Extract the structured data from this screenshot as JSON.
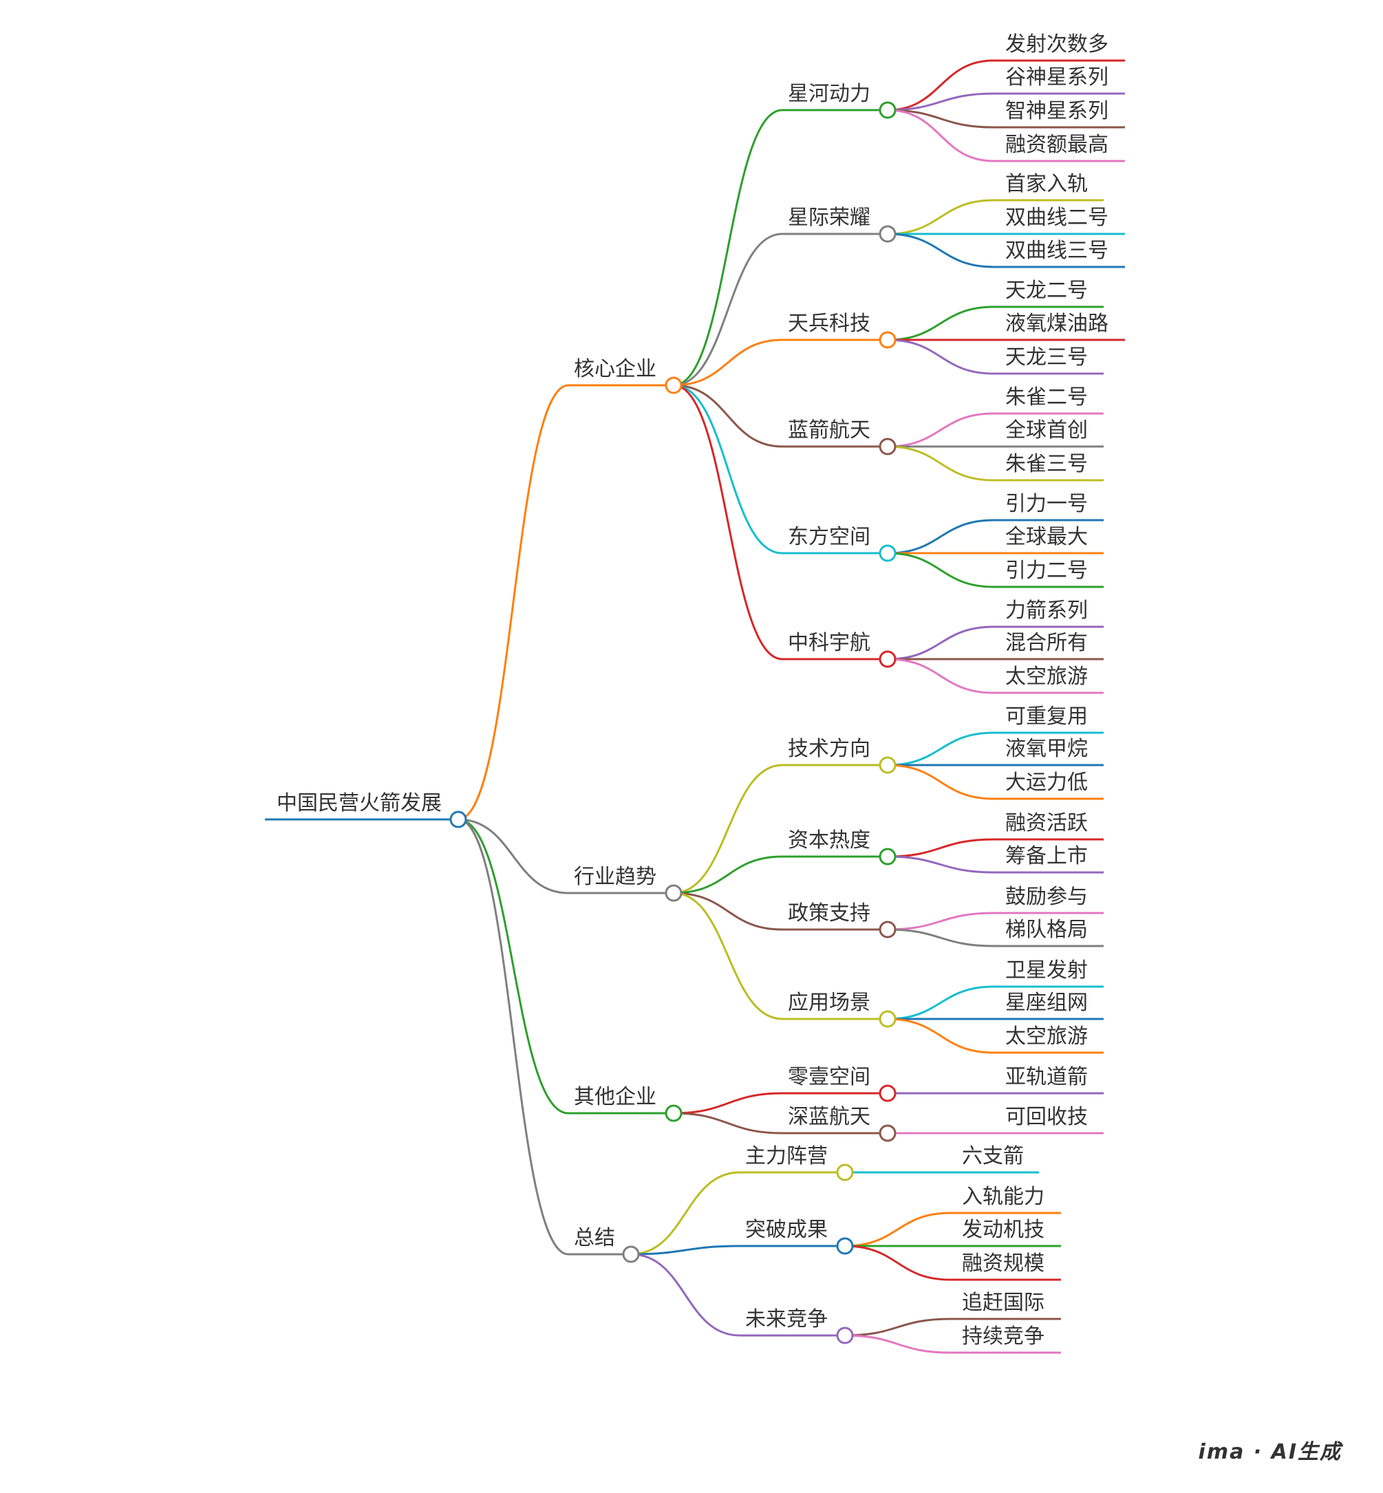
{
  "root": {
    "label": "中国民营火箭发展",
    "color": "#1f77b4",
    "children": [
      {
        "label": "核心企业",
        "color": "#ff7f0e",
        "children": [
          {
            "label": "星河动力",
            "color": "#2ca02c",
            "children": [
              {
                "label": "发射次数多",
                "color": "#d62728"
              },
              {
                "label": "谷神星系列",
                "color": "#9467bd"
              },
              {
                "label": "智神星系列",
                "color": "#8c564b"
              },
              {
                "label": "融资额最高",
                "color": "#e377c2"
              }
            ]
          },
          {
            "label": "星际荣耀",
            "color": "#7f7f7f",
            "children": [
              {
                "label": "首家入轨",
                "color": "#bcbd22"
              },
              {
                "label": "双曲线二号",
                "color": "#17becf"
              },
              {
                "label": "双曲线三号",
                "color": "#1f77b4"
              }
            ]
          },
          {
            "label": "天兵科技",
            "color": "#ff7f0e",
            "children": [
              {
                "label": "天龙二号",
                "color": "#2ca02c"
              },
              {
                "label": "液氧煤油路",
                "color": "#d62728"
              },
              {
                "label": "天龙三号",
                "color": "#9467bd"
              }
            ]
          },
          {
            "label": "蓝箭航天",
            "color": "#8c564b",
            "children": [
              {
                "label": "朱雀二号",
                "color": "#e377c2"
              },
              {
                "label": "全球首创",
                "color": "#7f7f7f"
              },
              {
                "label": "朱雀三号",
                "color": "#bcbd22"
              }
            ]
          },
          {
            "label": "东方空间",
            "color": "#17becf",
            "children": [
              {
                "label": "引力一号",
                "color": "#1f77b4"
              },
              {
                "label": "全球最大",
                "color": "#ff7f0e"
              },
              {
                "label": "引力二号",
                "color": "#2ca02c"
              }
            ]
          },
          {
            "label": "中科宇航",
            "color": "#d62728",
            "children": [
              {
                "label": "力箭系列",
                "color": "#9467bd"
              },
              {
                "label": "混合所有",
                "color": "#8c564b"
              },
              {
                "label": "太空旅游",
                "color": "#e377c2"
              }
            ]
          }
        ]
      },
      {
        "label": "行业趋势",
        "color": "#7f7f7f",
        "children": [
          {
            "label": "技术方向",
            "color": "#bcbd22",
            "children": [
              {
                "label": "可重复用",
                "color": "#17becf"
              },
              {
                "label": "液氧甲烷",
                "color": "#1f77b4"
              },
              {
                "label": "大运力低",
                "color": "#ff7f0e"
              }
            ]
          },
          {
            "label": "资本热度",
            "color": "#2ca02c",
            "children": [
              {
                "label": "融资活跃",
                "color": "#d62728"
              },
              {
                "label": "筹备上市",
                "color": "#9467bd"
              }
            ]
          },
          {
            "label": "政策支持",
            "color": "#8c564b",
            "children": [
              {
                "label": "鼓励参与",
                "color": "#e377c2"
              },
              {
                "label": "梯队格局",
                "color": "#7f7f7f"
              }
            ]
          },
          {
            "label": "应用场景",
            "color": "#bcbd22",
            "children": [
              {
                "label": "卫星发射",
                "color": "#17becf"
              },
              {
                "label": "星座组网",
                "color": "#1f77b4"
              },
              {
                "label": "太空旅游",
                "color": "#ff7f0e"
              }
            ]
          }
        ]
      },
      {
        "label": "其他企业",
        "color": "#2ca02c",
        "children": [
          {
            "label": "零壹空间",
            "color": "#d62728",
            "children": [
              {
                "label": "亚轨道箭",
                "color": "#9467bd"
              }
            ]
          },
          {
            "label": "深蓝航天",
            "color": "#8c564b",
            "children": [
              {
                "label": "可回收技",
                "color": "#e377c2"
              }
            ]
          }
        ]
      },
      {
        "label": "总结",
        "color": "#7f7f7f",
        "children": [
          {
            "label": "主力阵营",
            "color": "#bcbd22",
            "children": [
              {
                "label": "六支箭",
                "color": "#17becf"
              }
            ]
          },
          {
            "label": "突破成果",
            "color": "#1f77b4",
            "children": [
              {
                "label": "入轨能力",
                "color": "#ff7f0e"
              },
              {
                "label": "发动机技",
                "color": "#2ca02c"
              },
              {
                "label": "融资规模",
                "color": "#d62728"
              }
            ]
          },
          {
            "label": "未来竞争",
            "color": "#9467bd",
            "children": [
              {
                "label": "追赶国际",
                "color": "#8c564b"
              },
              {
                "label": "持续竞争",
                "color": "#e377c2"
              }
            ]
          }
        ]
      }
    ]
  },
  "watermark": "ima · AI生成"
}
